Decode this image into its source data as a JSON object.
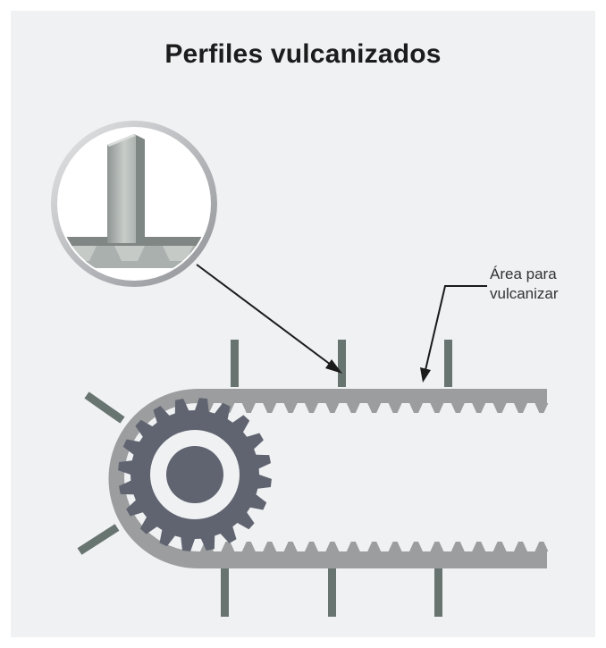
{
  "title": "Perfiles vulcanizados",
  "callout": {
    "line1": "Área para",
    "line2": "vulcanizar"
  },
  "colors": {
    "background": "#f0f1f3",
    "belt": "#9b9d9f",
    "gear": "#5f6470",
    "profile": "#687470",
    "arrow": "#1b1b1b",
    "title": "#1c1c1c"
  },
  "icons": [
    "magnifier-detail-icon",
    "gear-icon",
    "conveyor-belt-icon",
    "profile-cleat-icon",
    "arrow-icon"
  ]
}
